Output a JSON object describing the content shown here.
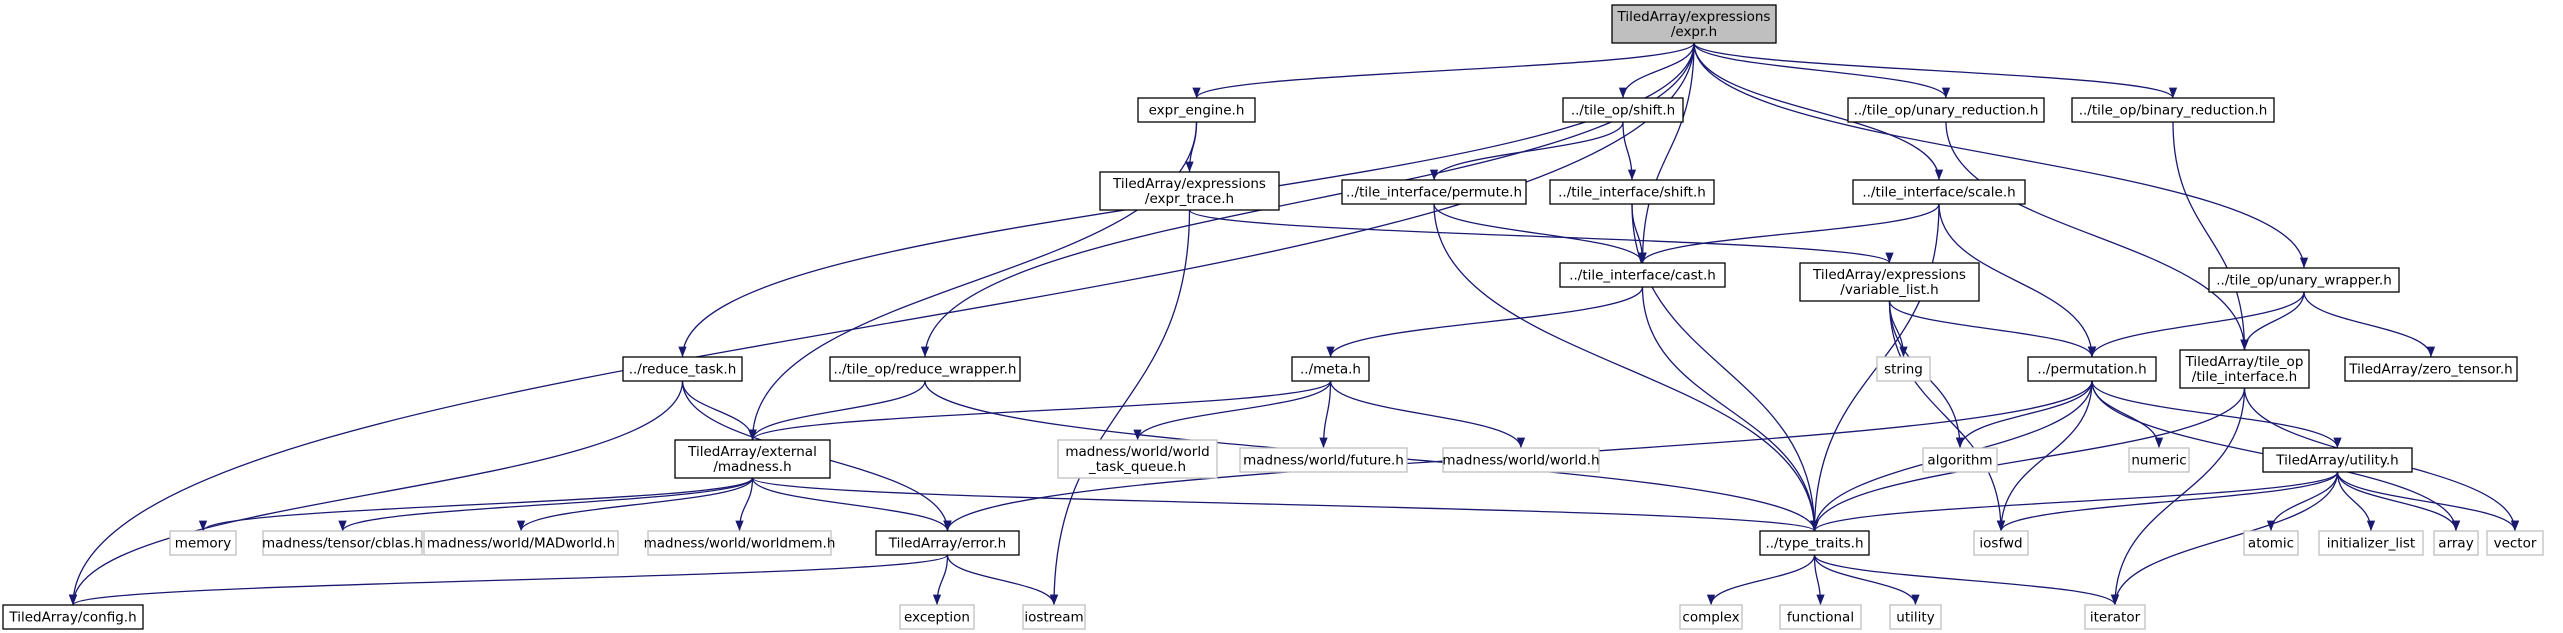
{
  "diagram": {
    "nodes": [
      {
        "id": "expr",
        "lines": [
          "TiledArray/expressions",
          "/expr.h"
        ],
        "kind": "root"
      },
      {
        "id": "expr_engine",
        "lines": [
          "expr_engine.h"
        ],
        "kind": "file"
      },
      {
        "id": "shift",
        "lines": [
          "../tile_op/shift.h"
        ],
        "kind": "file"
      },
      {
        "id": "unary_reduction",
        "lines": [
          "../tile_op/unary_reduction.h"
        ],
        "kind": "file"
      },
      {
        "id": "binary_reduction",
        "lines": [
          "../tile_op/binary_reduction.h"
        ],
        "kind": "file"
      },
      {
        "id": "expr_trace",
        "lines": [
          "TiledArray/expressions",
          "/expr_trace.h"
        ],
        "kind": "file"
      },
      {
        "id": "ti_permute",
        "lines": [
          "../tile_interface/permute.h"
        ],
        "kind": "file"
      },
      {
        "id": "ti_shift",
        "lines": [
          "../tile_interface/shift.h"
        ],
        "kind": "file"
      },
      {
        "id": "ti_scale",
        "lines": [
          "../tile_interface/scale.h"
        ],
        "kind": "file"
      },
      {
        "id": "ti_cast",
        "lines": [
          "../tile_interface/cast.h"
        ],
        "kind": "file"
      },
      {
        "id": "variable_list",
        "lines": [
          "TiledArray/expressions",
          "/variable_list.h"
        ],
        "kind": "file"
      },
      {
        "id": "unary_wrapper",
        "lines": [
          "../tile_op/unary_wrapper.h"
        ],
        "kind": "file"
      },
      {
        "id": "string",
        "lines": [
          "string"
        ],
        "kind": "ext"
      },
      {
        "id": "reduce_task",
        "lines": [
          "../reduce_task.h"
        ],
        "kind": "file"
      },
      {
        "id": "reduce_wrapper",
        "lines": [
          "../tile_op/reduce_wrapper.h"
        ],
        "kind": "file"
      },
      {
        "id": "meta",
        "lines": [
          "../meta.h"
        ],
        "kind": "file"
      },
      {
        "id": "permutation",
        "lines": [
          "../permutation.h"
        ],
        "kind": "file"
      },
      {
        "id": "tile_interface",
        "lines": [
          "TiledArray/tile_op",
          "/tile_interface.h"
        ],
        "kind": "file"
      },
      {
        "id": "zero_tensor",
        "lines": [
          "TiledArray/zero_tensor.h"
        ],
        "kind": "file"
      },
      {
        "id": "madness_ext",
        "lines": [
          "TiledArray/external",
          "/madness.h"
        ],
        "kind": "file"
      },
      {
        "id": "world_task_queue",
        "lines": [
          "madness/world/world",
          "_task_queue.h"
        ],
        "kind": "ext"
      },
      {
        "id": "world_future",
        "lines": [
          "madness/world/future.h"
        ],
        "kind": "ext"
      },
      {
        "id": "world_world",
        "lines": [
          "madness/world/world.h"
        ],
        "kind": "ext"
      },
      {
        "id": "algorithm",
        "lines": [
          "algorithm"
        ],
        "kind": "ext"
      },
      {
        "id": "numeric",
        "lines": [
          "numeric"
        ],
        "kind": "ext"
      },
      {
        "id": "utility_h",
        "lines": [
          "TiledArray/utility.h"
        ],
        "kind": "file"
      },
      {
        "id": "memory",
        "lines": [
          "memory"
        ],
        "kind": "ext"
      },
      {
        "id": "cblas",
        "lines": [
          "madness/tensor/cblas.h"
        ],
        "kind": "ext"
      },
      {
        "id": "madworld",
        "lines": [
          "madness/world/MADworld.h"
        ],
        "kind": "ext"
      },
      {
        "id": "worldmem",
        "lines": [
          "madness/world/worldmem.h"
        ],
        "kind": "ext"
      },
      {
        "id": "error",
        "lines": [
          "TiledArray/error.h"
        ],
        "kind": "file"
      },
      {
        "id": "type_traits",
        "lines": [
          "../type_traits.h"
        ],
        "kind": "file"
      },
      {
        "id": "iosfwd",
        "lines": [
          "iosfwd"
        ],
        "kind": "ext"
      },
      {
        "id": "atomic",
        "lines": [
          "atomic"
        ],
        "kind": "ext"
      },
      {
        "id": "initializer_list",
        "lines": [
          "initializer_list"
        ],
        "kind": "ext"
      },
      {
        "id": "array",
        "lines": [
          "array"
        ],
        "kind": "ext"
      },
      {
        "id": "vector",
        "lines": [
          "vector"
        ],
        "kind": "ext"
      },
      {
        "id": "config",
        "lines": [
          "TiledArray/config.h"
        ],
        "kind": "file"
      },
      {
        "id": "exception",
        "lines": [
          "exception"
        ],
        "kind": "ext"
      },
      {
        "id": "iostream",
        "lines": [
          "iostream"
        ],
        "kind": "ext"
      },
      {
        "id": "complex",
        "lines": [
          "complex"
        ],
        "kind": "ext"
      },
      {
        "id": "functional",
        "lines": [
          "functional"
        ],
        "kind": "ext"
      },
      {
        "id": "utility",
        "lines": [
          "utility"
        ],
        "kind": "ext"
      },
      {
        "id": "iterator",
        "lines": [
          "iterator"
        ],
        "kind": "ext"
      }
    ],
    "edges": [
      [
        "expr",
        "expr_engine"
      ],
      [
        "expr",
        "shift"
      ],
      [
        "expr",
        "unary_reduction"
      ],
      [
        "expr",
        "binary_reduction"
      ],
      [
        "expr",
        "ti_scale"
      ],
      [
        "expr",
        "ti_cast"
      ],
      [
        "expr",
        "unary_wrapper"
      ],
      [
        "expr",
        "reduce_task"
      ],
      [
        "expr",
        "reduce_wrapper"
      ],
      [
        "expr",
        "config"
      ],
      [
        "expr_engine",
        "expr_trace"
      ],
      [
        "expr_engine",
        "madness_ext"
      ],
      [
        "shift",
        "ti_permute"
      ],
      [
        "shift",
        "ti_shift"
      ],
      [
        "unary_reduction",
        "tile_interface"
      ],
      [
        "binary_reduction",
        "tile_interface"
      ],
      [
        "expr_trace",
        "variable_list"
      ],
      [
        "expr_trace",
        "iostream"
      ],
      [
        "ti_permute",
        "ti_cast"
      ],
      [
        "ti_permute",
        "type_traits"
      ],
      [
        "ti_shift",
        "ti_cast"
      ],
      [
        "ti_shift",
        "type_traits"
      ],
      [
        "ti_scale",
        "ti_cast"
      ],
      [
        "ti_scale",
        "permutation"
      ],
      [
        "ti_scale",
        "type_traits"
      ],
      [
        "ti_cast",
        "meta"
      ],
      [
        "ti_cast",
        "type_traits"
      ],
      [
        "variable_list",
        "string"
      ],
      [
        "variable_list",
        "permutation"
      ],
      [
        "variable_list",
        "algorithm"
      ],
      [
        "variable_list",
        "iosfwd"
      ],
      [
        "unary_wrapper",
        "permutation"
      ],
      [
        "unary_wrapper",
        "tile_interface"
      ],
      [
        "unary_wrapper",
        "zero_tensor"
      ],
      [
        "reduce_task",
        "madness_ext"
      ],
      [
        "reduce_task",
        "error"
      ],
      [
        "reduce_task",
        "config"
      ],
      [
        "reduce_wrapper",
        "madness_ext"
      ],
      [
        "reduce_wrapper",
        "type_traits"
      ],
      [
        "meta",
        "madness_ext"
      ],
      [
        "meta",
        "world_task_queue"
      ],
      [
        "meta",
        "world_future"
      ],
      [
        "meta",
        "world_world"
      ],
      [
        "permutation",
        "algorithm"
      ],
      [
        "permutation",
        "numeric"
      ],
      [
        "permutation",
        "utility_h"
      ],
      [
        "permutation",
        "error"
      ],
      [
        "permutation",
        "type_traits"
      ],
      [
        "permutation",
        "iosfwd"
      ],
      [
        "permutation",
        "array"
      ],
      [
        "tile_interface",
        "type_traits"
      ],
      [
        "tile_interface",
        "vector"
      ],
      [
        "tile_interface",
        "iterator"
      ],
      [
        "madness_ext",
        "memory"
      ],
      [
        "madness_ext",
        "cblas"
      ],
      [
        "madness_ext",
        "madworld"
      ],
      [
        "madness_ext",
        "worldmem"
      ],
      [
        "madness_ext",
        "error"
      ],
      [
        "madness_ext",
        "type_traits"
      ],
      [
        "utility_h",
        "type_traits"
      ],
      [
        "utility_h",
        "iosfwd"
      ],
      [
        "utility_h",
        "atomic"
      ],
      [
        "utility_h",
        "initializer_list"
      ],
      [
        "utility_h",
        "array"
      ],
      [
        "utility_h",
        "vector"
      ],
      [
        "utility_h",
        "iterator"
      ],
      [
        "error",
        "config"
      ],
      [
        "error",
        "exception"
      ],
      [
        "error",
        "iostream"
      ],
      [
        "type_traits",
        "complex"
      ],
      [
        "type_traits",
        "functional"
      ],
      [
        "type_traits",
        "utility"
      ],
      [
        "type_traits",
        "iterator"
      ]
    ]
  }
}
